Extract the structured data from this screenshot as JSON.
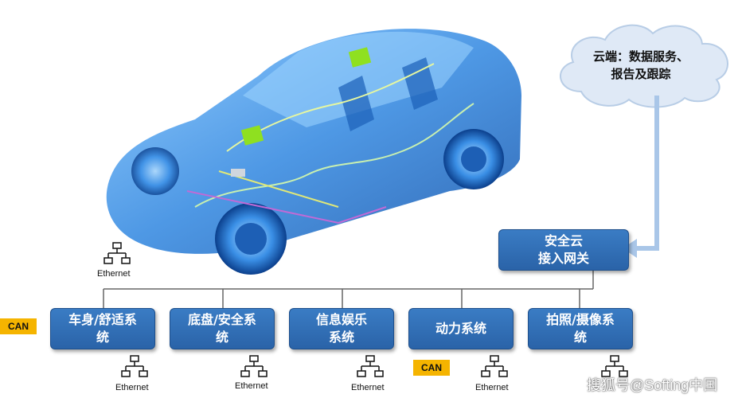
{
  "cloud": {
    "text": "云端：数据服务、\n报告及跟踪"
  },
  "gateway": {
    "label": "安全云\n接入网关"
  },
  "systems": [
    {
      "label": "车身/舒适系\n统"
    },
    {
      "label": "底盘/安全系\n统"
    },
    {
      "label": "信息娱乐\n系统"
    },
    {
      "label": "动力系统"
    },
    {
      "label": "拍照/摄像系\n统"
    }
  ],
  "ethernet_label": "Ethernet",
  "can_label": "CAN",
  "watermark": "搜狐号@Softing中国",
  "colors": {
    "box": "#2a63a8",
    "can": "#f5b400",
    "cloud": "#dfe9f6",
    "arrow": "#a9c6e8",
    "line": "#666666"
  }
}
